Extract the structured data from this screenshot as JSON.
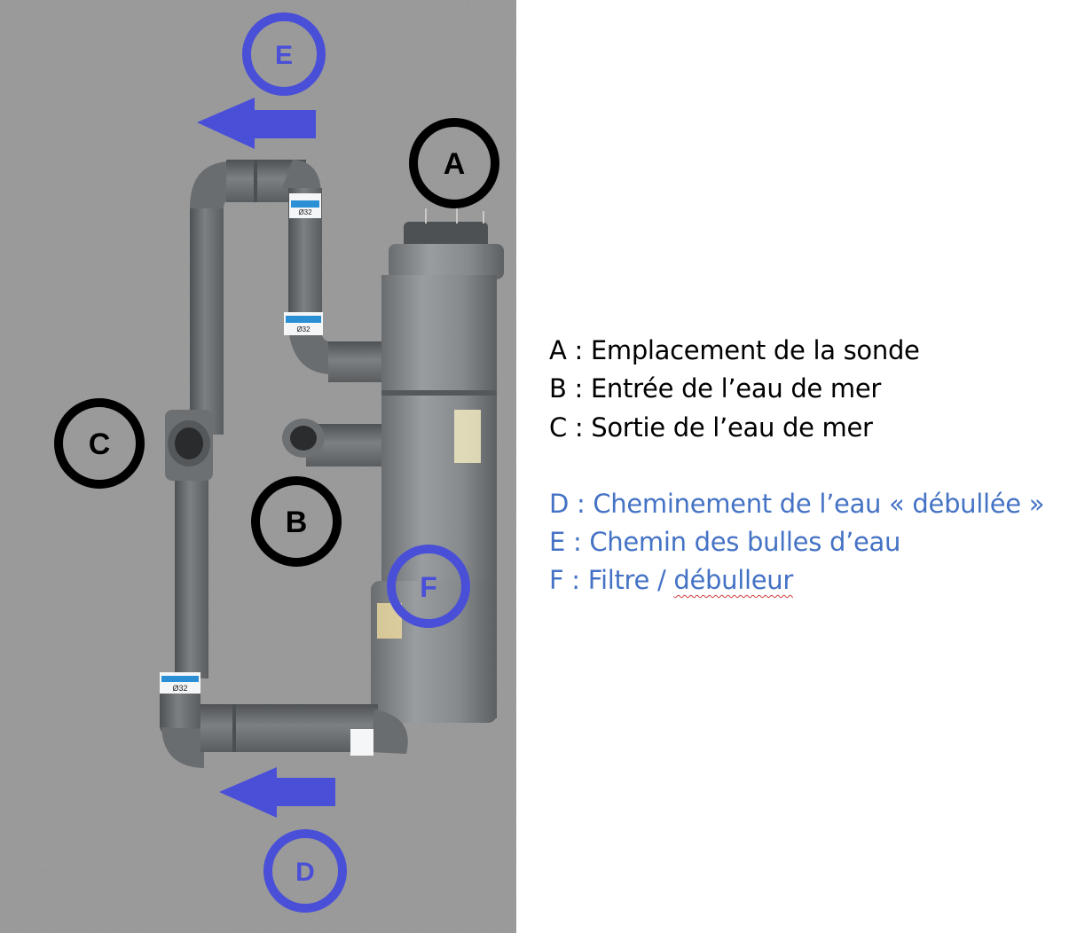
{
  "markers": {
    "A": "A",
    "B": "B",
    "C": "C",
    "D": "D",
    "E": "E",
    "F": "F"
  },
  "labels": {
    "pipe_top": "Ø32",
    "pipe_mid": "Ø32",
    "pipe_bottom": "Ø32"
  },
  "legend": {
    "black": [
      "A : Emplacement de la sonde",
      "B : Entrée de l’eau de mer",
      "C : Sortie de l’eau de mer"
    ],
    "blue": [
      "D : Cheminement de l’eau « débullée »",
      "E : Chemin des bulles d’eau"
    ],
    "f_prefix": "F : Filtre / ",
    "f_word": "débulleur"
  },
  "colors": {
    "blue": "#4a4fd8",
    "legend_blue": "#4472c4",
    "black": "#000000",
    "floor": "#9a9a9c",
    "pipe": "#6e7173"
  }
}
